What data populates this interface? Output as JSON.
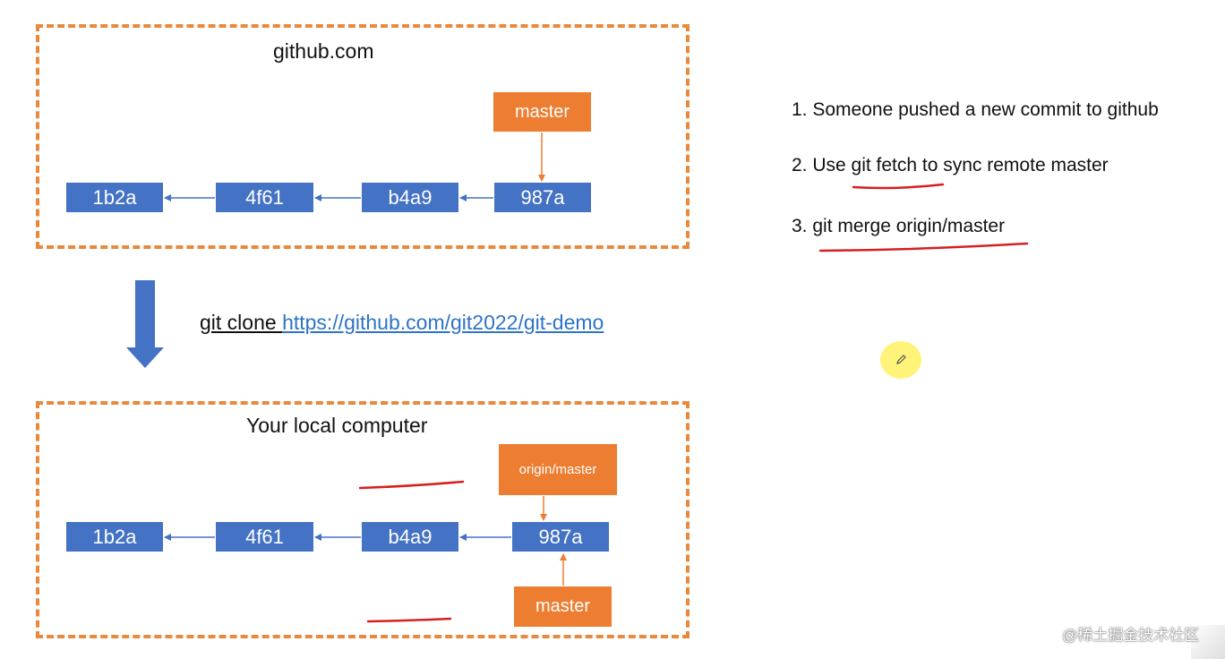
{
  "remote": {
    "title": "github.com",
    "commits": [
      "1b2a",
      "4f61",
      "b4a9",
      "987a"
    ],
    "branch": "master"
  },
  "clone": {
    "command": "git clone ",
    "url": "https://github.com/git2022/git-demo"
  },
  "local": {
    "title": "Your local computer",
    "commits": [
      "1b2a",
      "4f61",
      "b4a9",
      "987a"
    ],
    "remote_branch": "origin/master",
    "branch": "master"
  },
  "steps": [
    "1. Someone pushed a new commit to github",
    "2.  Use git fetch to sync remote master",
    "3.  git merge origin/master"
  ],
  "watermark": "@稀土掘金技术社区",
  "colors": {
    "frame": "#e8893d",
    "commit": "#4472c4",
    "ref": "#ed7d31",
    "arrow": "#4472c4",
    "annotation": "#d62020",
    "link": "#2e74c5"
  },
  "icons": {
    "cursor": "pen-cursor-icon",
    "down_arrow": "down-arrow-icon"
  }
}
